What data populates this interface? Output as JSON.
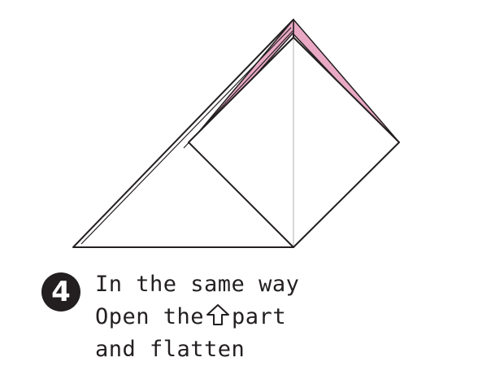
{
  "step": {
    "number": "4"
  },
  "instructions": {
    "line1": "In the same way",
    "line2_before": "Open the",
    "line2_after": "part",
    "line3": "and flatten",
    "arrow_icon": "up-arrow-outline-icon"
  },
  "colors": {
    "outline": "#231f20",
    "paper": "#ffffff",
    "colored_side": "#e9a9c4",
    "crease": "#bdbdbd"
  }
}
